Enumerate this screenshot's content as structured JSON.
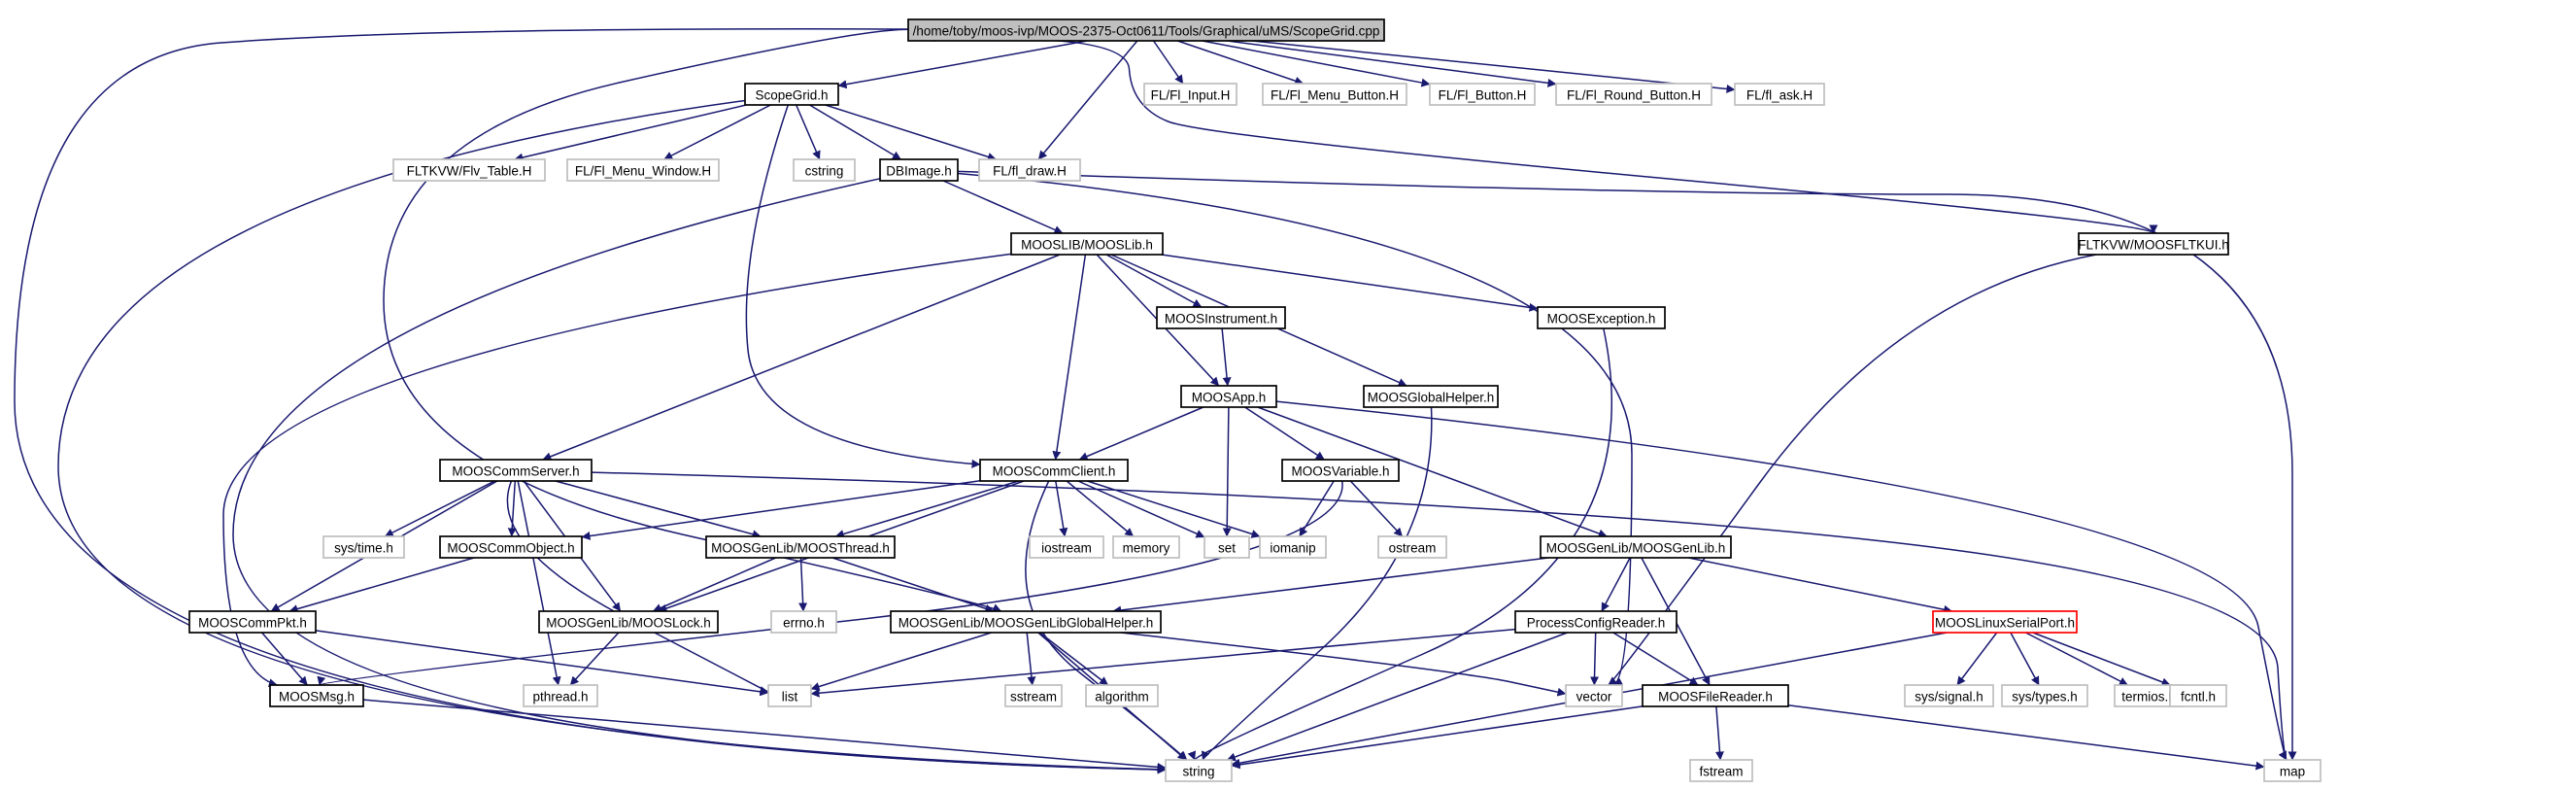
{
  "colors": {
    "edge": "#191970",
    "node_border_documented": "#000000",
    "node_border_external": "#bfbfbf",
    "node_border_undocumented": "#ff0000",
    "root_fill": "#bfbfbf"
  },
  "nodes": [
    {
      "id": "root",
      "label": "/home/toby/moos-ivp/MOOS-2375-Oct0611/Tools/Graphical/uMS/ScopeGrid.cpp",
      "style": "root"
    },
    {
      "id": "scopegrid_h",
      "label": "ScopeGrid.h",
      "style": "documented"
    },
    {
      "id": "fl_input",
      "label": "FL/Fl_Input.H",
      "style": "external"
    },
    {
      "id": "fl_menu_button",
      "label": "FL/Fl_Menu_Button.H",
      "style": "external"
    },
    {
      "id": "fl_button",
      "label": "FL/Fl_Button.H",
      "style": "external"
    },
    {
      "id": "fl_round_button",
      "label": "FL/Fl_Round_Button.H",
      "style": "external"
    },
    {
      "id": "fl_ask",
      "label": "FL/fl_ask.H",
      "style": "external"
    },
    {
      "id": "flv_table",
      "label": "FLTKVW/Flv_Table.H",
      "style": "external"
    },
    {
      "id": "fl_menu_window",
      "label": "FL/Fl_Menu_Window.H",
      "style": "external"
    },
    {
      "id": "cstring",
      "label": "cstring",
      "style": "external"
    },
    {
      "id": "dbimage",
      "label": "DBImage.h",
      "style": "documented"
    },
    {
      "id": "fl_draw",
      "label": "FL/fl_draw.H",
      "style": "external"
    },
    {
      "id": "mooslib",
      "label": "MOOSLIB/MOOSLib.h",
      "style": "documented"
    },
    {
      "id": "moosfltkui",
      "label": "FLTKVW/MOOSFLTKUI.h",
      "style": "documented"
    },
    {
      "id": "moosinstrument",
      "label": "MOOSInstrument.h",
      "style": "documented"
    },
    {
      "id": "moosexception",
      "label": "MOOSException.h",
      "style": "documented"
    },
    {
      "id": "moosapp",
      "label": "MOOSApp.h",
      "style": "documented"
    },
    {
      "id": "moosglobalhelper",
      "label": "MOOSGlobalHelper.h",
      "style": "documented"
    },
    {
      "id": "mooscommserver",
      "label": "MOOSCommServer.h",
      "style": "documented"
    },
    {
      "id": "mooscommclient",
      "label": "MOOSCommClient.h",
      "style": "documented"
    },
    {
      "id": "moosvariable",
      "label": "MOOSVariable.h",
      "style": "documented"
    },
    {
      "id": "systime",
      "label": "sys/time.h",
      "style": "external"
    },
    {
      "id": "mooscommobject",
      "label": "MOOSCommObject.h",
      "style": "documented"
    },
    {
      "id": "moosthread",
      "label": "MOOSGenLib/MOOSThread.h",
      "style": "documented"
    },
    {
      "id": "iostream",
      "label": "iostream",
      "style": "external"
    },
    {
      "id": "memory",
      "label": "memory",
      "style": "external"
    },
    {
      "id": "set",
      "label": "set",
      "style": "external"
    },
    {
      "id": "iomanip",
      "label": "iomanip",
      "style": "external"
    },
    {
      "id": "ostream",
      "label": "ostream",
      "style": "external"
    },
    {
      "id": "moosgenlib",
      "label": "MOOSGenLib/MOOSGenLib.h",
      "style": "documented"
    },
    {
      "id": "mooscommpkt",
      "label": "MOOSCommPkt.h",
      "style": "documented"
    },
    {
      "id": "mooslock",
      "label": "MOOSGenLib/MOOSLock.h",
      "style": "documented"
    },
    {
      "id": "errno",
      "label": "errno.h",
      "style": "external"
    },
    {
      "id": "moosgenlibglobalhelper",
      "label": "MOOSGenLib/MOOSGenLibGlobalHelper.h",
      "style": "documented"
    },
    {
      "id": "processconfigreader",
      "label": "ProcessConfigReader.h",
      "style": "documented"
    },
    {
      "id": "mooslinuxserialport",
      "label": "MOOSLinuxSerialPort.h",
      "style": "undocumented"
    },
    {
      "id": "moosmsg",
      "label": "MOOSMsg.h",
      "style": "documented"
    },
    {
      "id": "pthread",
      "label": "pthread.h",
      "style": "external"
    },
    {
      "id": "list",
      "label": "list",
      "style": "external"
    },
    {
      "id": "sstream",
      "label": "sstream",
      "style": "external"
    },
    {
      "id": "algorithm",
      "label": "algorithm",
      "style": "external"
    },
    {
      "id": "vector",
      "label": "vector",
      "style": "external"
    },
    {
      "id": "moosfilereader",
      "label": "MOOSFileReader.h",
      "style": "documented"
    },
    {
      "id": "syssignal",
      "label": "sys/signal.h",
      "style": "external"
    },
    {
      "id": "systypes",
      "label": "sys/types.h",
      "style": "external"
    },
    {
      "id": "termios",
      "label": "termios.h",
      "style": "external"
    },
    {
      "id": "fcntl",
      "label": "fcntl.h",
      "style": "external"
    },
    {
      "id": "string",
      "label": "string",
      "style": "external"
    },
    {
      "id": "fstream",
      "label": "fstream",
      "style": "external"
    },
    {
      "id": "map",
      "label": "map",
      "style": "external"
    }
  ],
  "edges": [
    [
      "root",
      "scopegrid_h"
    ],
    [
      "root",
      "fl_input"
    ],
    [
      "root",
      "fl_menu_button"
    ],
    [
      "root",
      "fl_button"
    ],
    [
      "root",
      "fl_round_button"
    ],
    [
      "root",
      "fl_ask"
    ],
    [
      "root",
      "fl_draw"
    ],
    [
      "root",
      "moosfltkui"
    ],
    [
      "root",
      "moosgenlibglobalhelper"
    ],
    [
      "root",
      "string"
    ],
    [
      "scopegrid_h",
      "flv_table"
    ],
    [
      "scopegrid_h",
      "fl_menu_window"
    ],
    [
      "scopegrid_h",
      "cstring"
    ],
    [
      "scopegrid_h",
      "dbimage"
    ],
    [
      "scopegrid_h",
      "fl_draw"
    ],
    [
      "scopegrid_h",
      "mooscommclient"
    ],
    [
      "scopegrid_h",
      "string"
    ],
    [
      "dbimage",
      "mooslib"
    ],
    [
      "dbimage",
      "string"
    ],
    [
      "dbimage",
      "vector"
    ],
    [
      "dbimage",
      "map"
    ],
    [
      "mooslib",
      "moosinstrument"
    ],
    [
      "mooslib",
      "moosexception"
    ],
    [
      "mooslib",
      "moosapp"
    ],
    [
      "mooslib",
      "moosglobalhelper"
    ],
    [
      "mooslib",
      "mooscommserver"
    ],
    [
      "mooslib",
      "mooscommclient"
    ],
    [
      "mooslib",
      "moosmsg"
    ],
    [
      "moosfltkui",
      "vector"
    ],
    [
      "moosinstrument",
      "moosapp"
    ],
    [
      "moosexception",
      "string"
    ],
    [
      "moosglobalhelper",
      "string"
    ],
    [
      "moosapp",
      "mooscommclient"
    ],
    [
      "moosapp",
      "moosvariable"
    ],
    [
      "moosapp",
      "set"
    ],
    [
      "moosapp",
      "moosgenlib"
    ],
    [
      "moosapp",
      "map"
    ],
    [
      "mooscommserver",
      "systime"
    ],
    [
      "mooscommserver",
      "mooscommobject"
    ],
    [
      "mooscommserver",
      "moosthread"
    ],
    [
      "mooscommserver",
      "mooscommpkt"
    ],
    [
      "mooscommserver",
      "mooslock"
    ],
    [
      "mooscommserver",
      "pthread"
    ],
    [
      "mooscommserver",
      "list"
    ],
    [
      "mooscommserver",
      "map"
    ],
    [
      "mooscommclient",
      "mooscommobject"
    ],
    [
      "mooscommclient",
      "moosthread"
    ],
    [
      "mooscommclient",
      "mooslock"
    ],
    [
      "mooscommclient",
      "iostream"
    ],
    [
      "mooscommclient",
      "memory"
    ],
    [
      "mooscommclient",
      "set"
    ],
    [
      "mooscommclient",
      "iomanip"
    ],
    [
      "mooscommclient",
      "string"
    ],
    [
      "moosvariable",
      "iomanip"
    ],
    [
      "moosvariable",
      "ostream"
    ],
    [
      "moosvariable",
      "moosmsg"
    ],
    [
      "mooscommobject",
      "mooscommpkt"
    ],
    [
      "moosthread",
      "mooslock"
    ],
    [
      "moosthread",
      "errno"
    ],
    [
      "moosthread",
      "moosgenlibglobalhelper"
    ],
    [
      "moosgenlib",
      "moosgenlibglobalhelper"
    ],
    [
      "moosgenlib",
      "processconfigreader"
    ],
    [
      "moosgenlib",
      "moosfilereader"
    ],
    [
      "moosgenlib",
      "mooslinuxserialport"
    ],
    [
      "mooscommpkt",
      "moosmsg"
    ],
    [
      "mooscommpkt",
      "list"
    ],
    [
      "mooslock",
      "pthread"
    ],
    [
      "moosgenlibglobalhelper",
      "list"
    ],
    [
      "moosgenlibglobalhelper",
      "sstream"
    ],
    [
      "moosgenlibglobalhelper",
      "algorithm"
    ],
    [
      "moosgenlibglobalhelper",
      "vector"
    ],
    [
      "moosgenlibglobalhelper",
      "string"
    ],
    [
      "processconfigreader",
      "list"
    ],
    [
      "processconfigreader",
      "vector"
    ],
    [
      "processconfigreader",
      "moosfilereader"
    ],
    [
      "processconfigreader",
      "string"
    ],
    [
      "mooslinuxserialport",
      "syssignal"
    ],
    [
      "mooslinuxserialport",
      "systypes"
    ],
    [
      "mooslinuxserialport",
      "termios"
    ],
    [
      "mooslinuxserialport",
      "fcntl"
    ],
    [
      "mooslinuxserialport",
      "string"
    ],
    [
      "moosmsg",
      "string"
    ],
    [
      "moosfilereader",
      "string"
    ],
    [
      "moosfilereader",
      "fstream"
    ],
    [
      "moosfilereader",
      "map"
    ]
  ]
}
